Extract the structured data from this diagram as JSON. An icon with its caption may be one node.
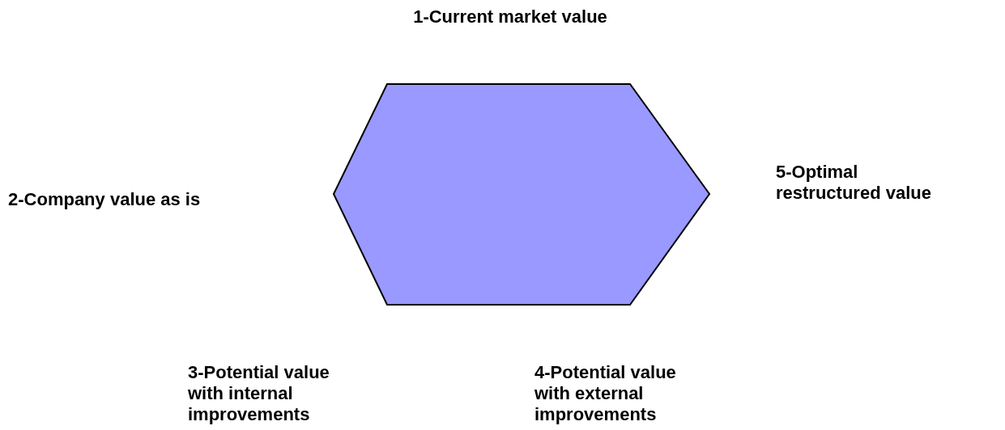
{
  "diagram": {
    "nodes": [
      {
        "text": [],
        "shape": "hexagon"
      }
    ],
    "labels": [
      "1-Current market value",
      "2-Company value as is",
      "5-Optimal restructured value",
      "3-Potential value with internal improvements",
      "4-Potential value with external improvements"
    ]
  }
}
